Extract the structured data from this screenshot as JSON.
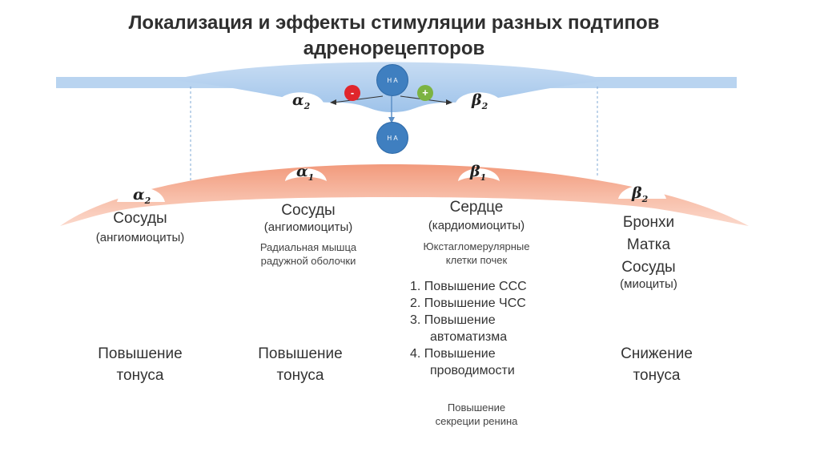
{
  "title": {
    "line1": "Локализация и эффекты стимуляции разных подтипов",
    "line2": "адренорецепторов"
  },
  "presynaptic": {
    "na_top": "Н А",
    "na_bottom": "Н А",
    "minus_sign": "-",
    "plus_sign": "+",
    "receptor_left": "α",
    "receptor_left_sub": "2",
    "receptor_right": "β",
    "receptor_right_sub": "2"
  },
  "postsynaptic": {
    "receptor_a1": "α",
    "receptor_a1_sub": "1",
    "receptor_b1": "β",
    "receptor_b1_sub": "1",
    "receptor_a2": "α",
    "receptor_a2_sub": "2",
    "receptor_b2": "β",
    "receptor_b2_sub": "2"
  },
  "columns": {
    "a2": {
      "organ": "Сосуды",
      "cells": "(ангиомиоциты)",
      "effect_line1": "Повышение",
      "effect_line2": "тонуса"
    },
    "a1": {
      "organ": "Сосуды",
      "cells": "(ангиомиоциты)",
      "extra_line1": "Радиальная мышца",
      "extra_line2": "радужной оболочки",
      "effect_line1": "Повышение",
      "effect_line2": "тонуса"
    },
    "b1": {
      "organ": "Сердце",
      "cells": "(кардиомиоциты)",
      "extra_line1": "Юкстагломерулярные",
      "extra_line2": "клетки почек",
      "effects": [
        "1. Повышение ССС",
        "2. Повышение ЧСС",
        "3. Повышение",
        "автоматизма",
        "4. Повышение",
        "проводимости"
      ],
      "secretion_line1": "Повышение",
      "secretion_line2": "секреции ренина"
    },
    "b2": {
      "organ1": "Бронхи",
      "organ2": "Матка",
      "organ3": "Сосуды",
      "cells": "(миоциты)",
      "effect_line1": "Снижение",
      "effect_line2": "тонуса"
    }
  },
  "colors": {
    "presynaptic_blue": "#9ec3ea",
    "postsynaptic_salmon": "#f6b39b",
    "na_circle": "#3f7fc0",
    "minus_red": "#e0262c",
    "plus_green": "#7cb342"
  }
}
